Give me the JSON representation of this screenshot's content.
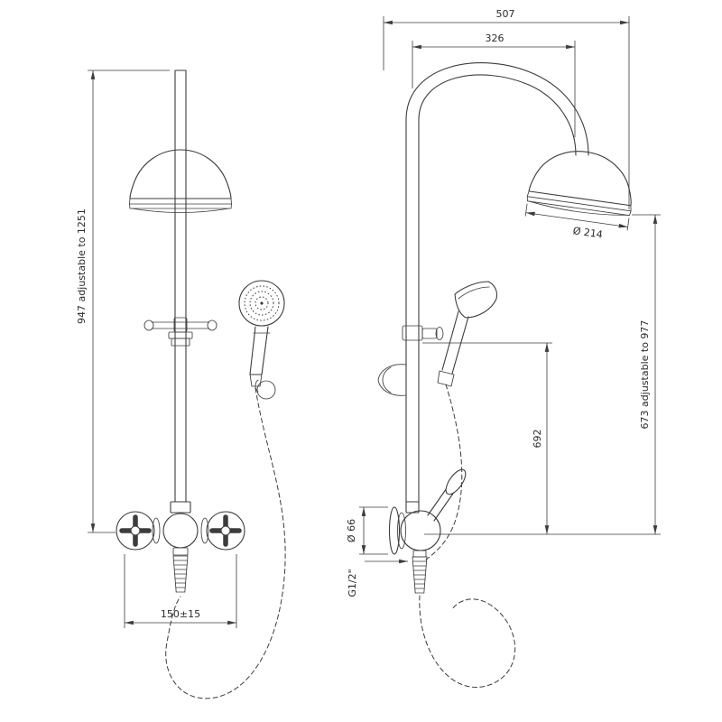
{
  "front_view": {
    "dim_height_adjustable": "947 adjustable to 1251",
    "dim_valve_centres": "150±15"
  },
  "side_view": {
    "dim_overall_projection": "507",
    "dim_arm_projection": "326",
    "dim_rose_diameter": "Ø 214",
    "dim_height_adjustable": "673 adjustable to 977",
    "dim_riser_height": "692",
    "dim_escutcheon_diameter": "Ø 66",
    "dim_connection_thread": "G1/2\""
  }
}
